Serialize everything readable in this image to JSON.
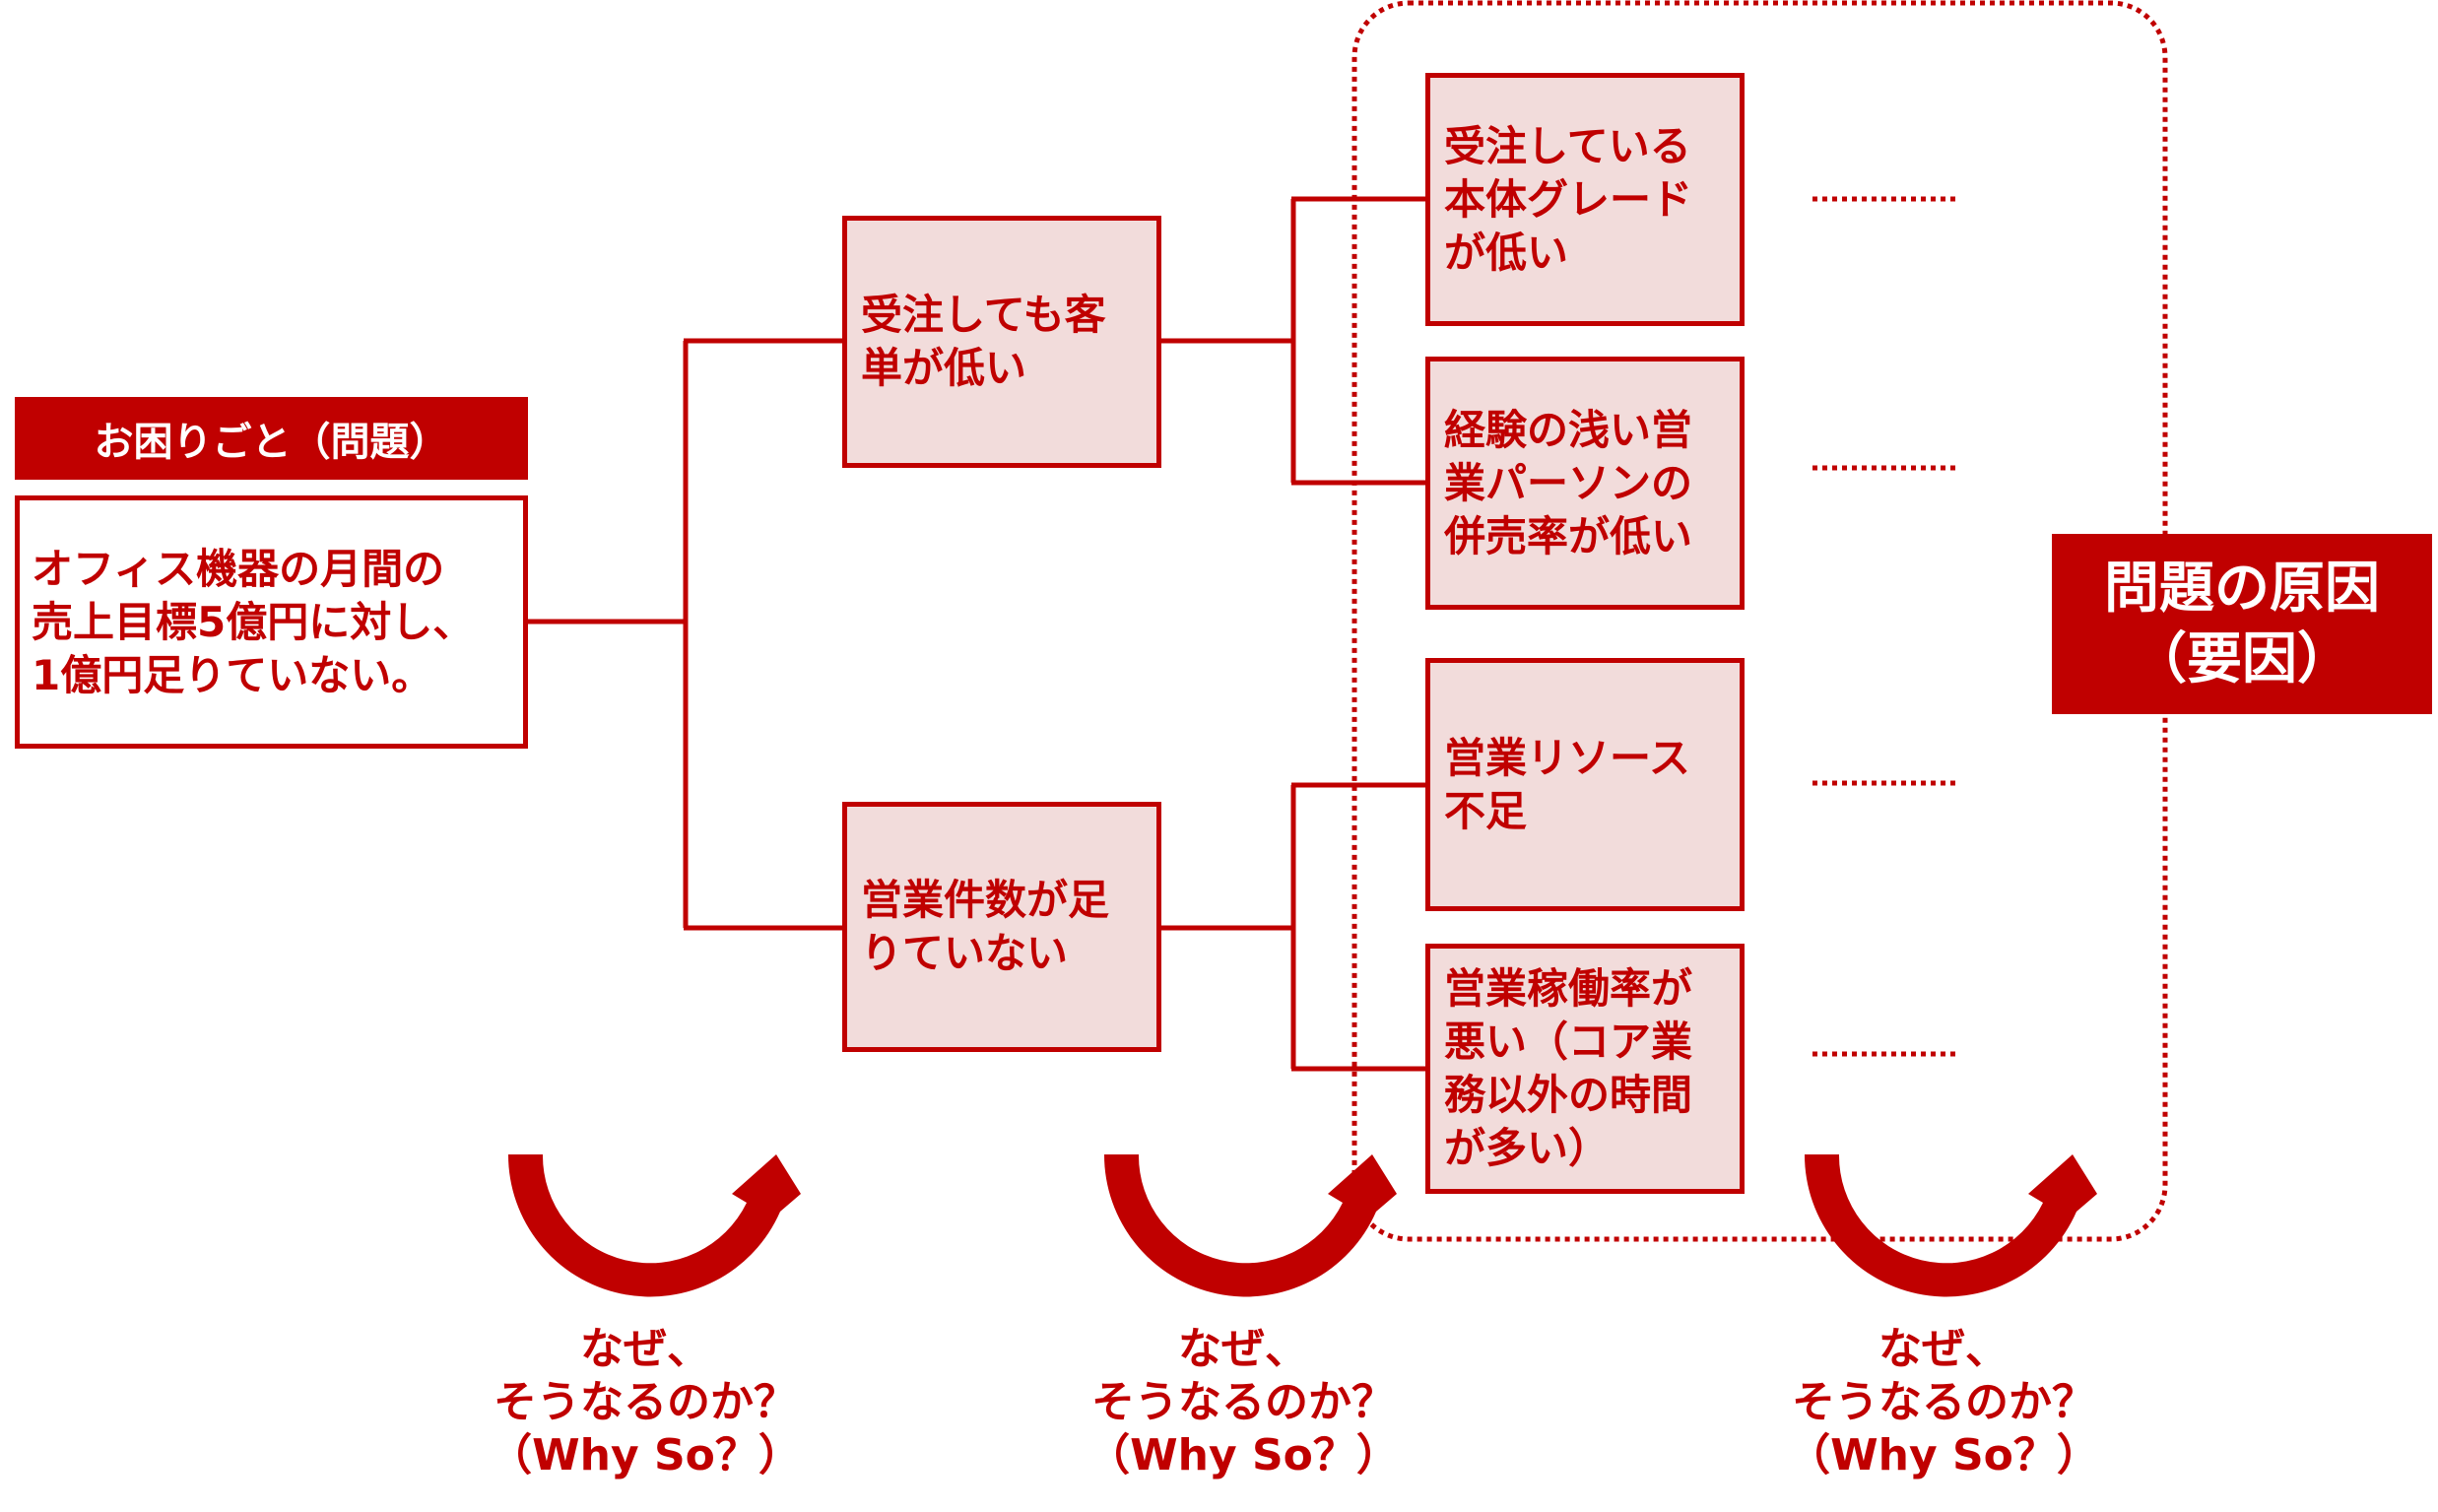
{
  "problem": {
    "header": "お困りごと（問題）",
    "lines": [
      "オフィス機器の月間の",
      "売上目標5億円に対し、",
      "1億円足りていない。"
    ]
  },
  "level1": [
    {
      "lines": [
        "受注しても客",
        "単が低い"
      ]
    },
    {
      "lines": [
        "営業件数が足",
        "りていない"
      ]
    }
  ],
  "level2": [
    {
      "lines": [
        "受注している",
        "本体グレード",
        "が低い"
      ]
    },
    {
      "lines": [
        "経験の浅い営",
        "業パーソンの",
        "併売率が低い"
      ]
    },
    {
      "lines": [
        "営業リソース",
        "不足"
      ]
    },
    {
      "lines": [
        "営業稼働率が",
        "悪い（コア業",
        "務以外の時間",
        "が多い）"
      ]
    }
  ],
  "continuation_marker": "……………",
  "cause_label": {
    "lines": [
      "問題の原因",
      "（要因）"
    ]
  },
  "why_so": [
    {
      "lines": [
        "なぜ、",
        "そうなるのか？",
        "（Why So？）"
      ]
    },
    {
      "lines": [
        "なぜ、",
        "そうなるのか？",
        "（Why So？）"
      ]
    },
    {
      "lines": [
        "なぜ、",
        "そうなるのか？",
        "（Why So？）"
      ]
    }
  ],
  "colors": {
    "accent": "#C00000",
    "node_fill": "#F2DCDB",
    "background": "#FFFFFF"
  }
}
